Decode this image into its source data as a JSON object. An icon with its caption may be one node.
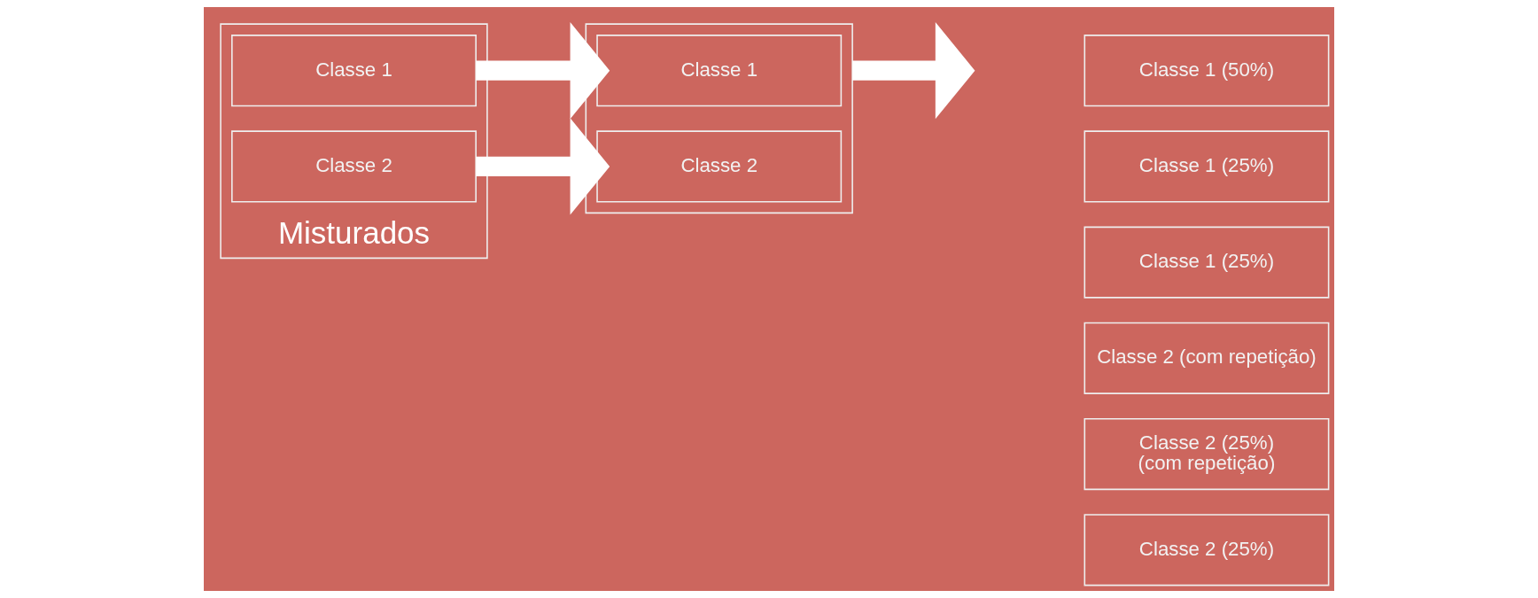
{
  "diagram": {
    "nodes": [
      {
        "text": [
          "Misturados"
        ]
      },
      {
        "text": [
          "Classe 1"
        ],
        "in": 0
      },
      {
        "text": [
          "Classe 2"
        ],
        "in": 0
      },
      {
        "text": [],
        "shape": "box"
      },
      {
        "text": [
          "Classe 1"
        ],
        "in": 3
      },
      {
        "text": [
          "Classe 2"
        ],
        "in": 3
      },
      {
        "text": [
          "Classe 1 (50%)"
        ]
      },
      {
        "text": [
          "Classe 1 (25%)"
        ]
      },
      {
        "text": [
          "Classe 1 (25%)"
        ]
      },
      {
        "text": [
          "Classe 2 (com repetição)"
        ]
      },
      {
        "text": [
          "Classe 2 (25%)",
          "(com repetição)"
        ]
      },
      {
        "text": [
          "Classe 2 (25%)"
        ]
      }
    ],
    "edges": [
      {
        "from": 1,
        "to": 4,
        "arrow": "to"
      },
      {
        "from": 2,
        "to": 5,
        "arrow": "to"
      },
      {
        "from": 3,
        "to": null,
        "arrow": "to"
      }
    ]
  }
}
